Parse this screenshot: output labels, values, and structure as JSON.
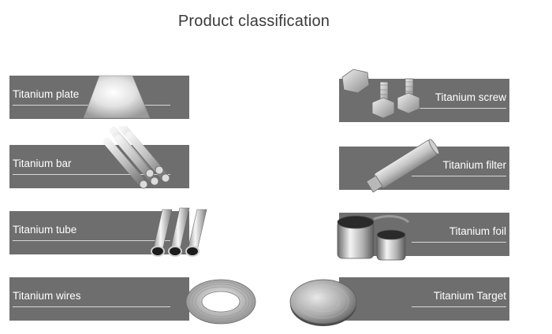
{
  "header": {
    "title": "Product classification"
  },
  "products": {
    "plate": {
      "label": "Titanium plate"
    },
    "bar": {
      "label": "Titanium bar"
    },
    "tube": {
      "label": "Titanium tube"
    },
    "wires": {
      "label": "Titanium wires"
    },
    "screw": {
      "label": "Titanium screw"
    },
    "filter": {
      "label": "Titanium filter"
    },
    "foil": {
      "label": "Titanium foil"
    },
    "target": {
      "label": "Titanium Target"
    }
  }
}
